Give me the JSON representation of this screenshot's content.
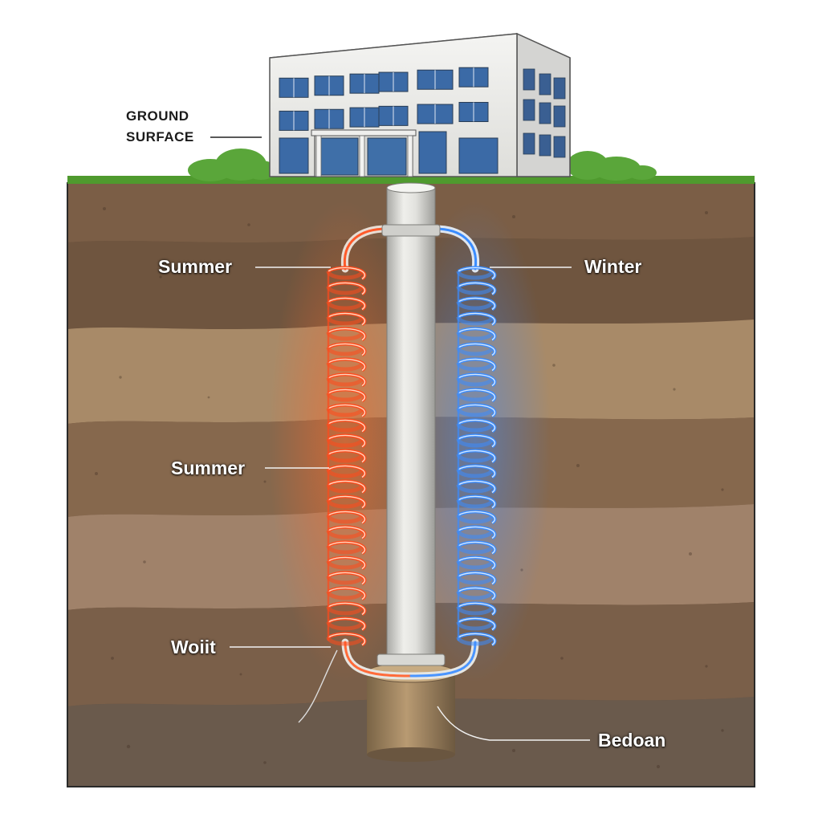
{
  "labels": {
    "ground_surface_line1": "GROUND",
    "ground_surface_line2": "SURFACE",
    "summer_top": "Summer",
    "winter": "Winter",
    "summer_mid": "Summer",
    "wall": "Woiit",
    "bedrock": "Bedoan"
  },
  "colors": {
    "warm_loop": "#ff4a1c",
    "cool_loop": "#3a8cff",
    "grass": "#4f9a2e",
    "pile": "#dcdcd8",
    "soil_dark": "#6e5440",
    "soil_light": "#a88a68"
  }
}
